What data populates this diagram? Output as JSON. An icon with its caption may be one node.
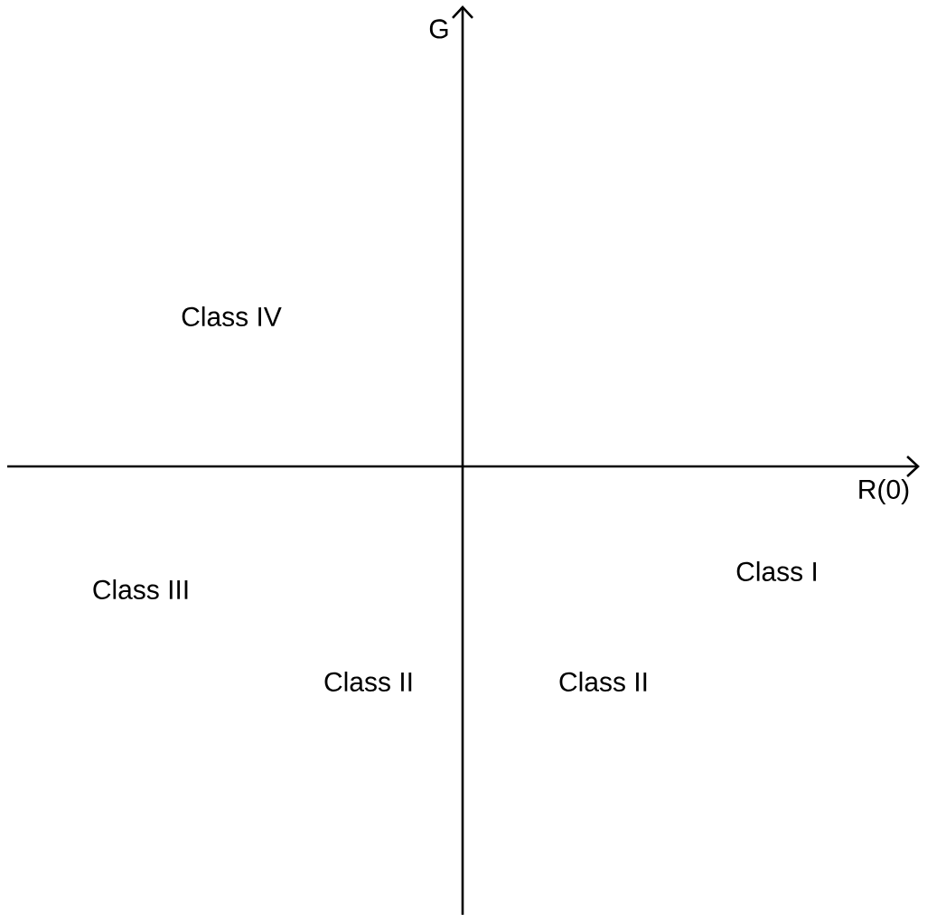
{
  "diagram": {
    "labels": [
      "G",
      "Class IV",
      "R(0)",
      "Class III",
      "Class I",
      "Class II",
      "Class II"
    ]
  }
}
